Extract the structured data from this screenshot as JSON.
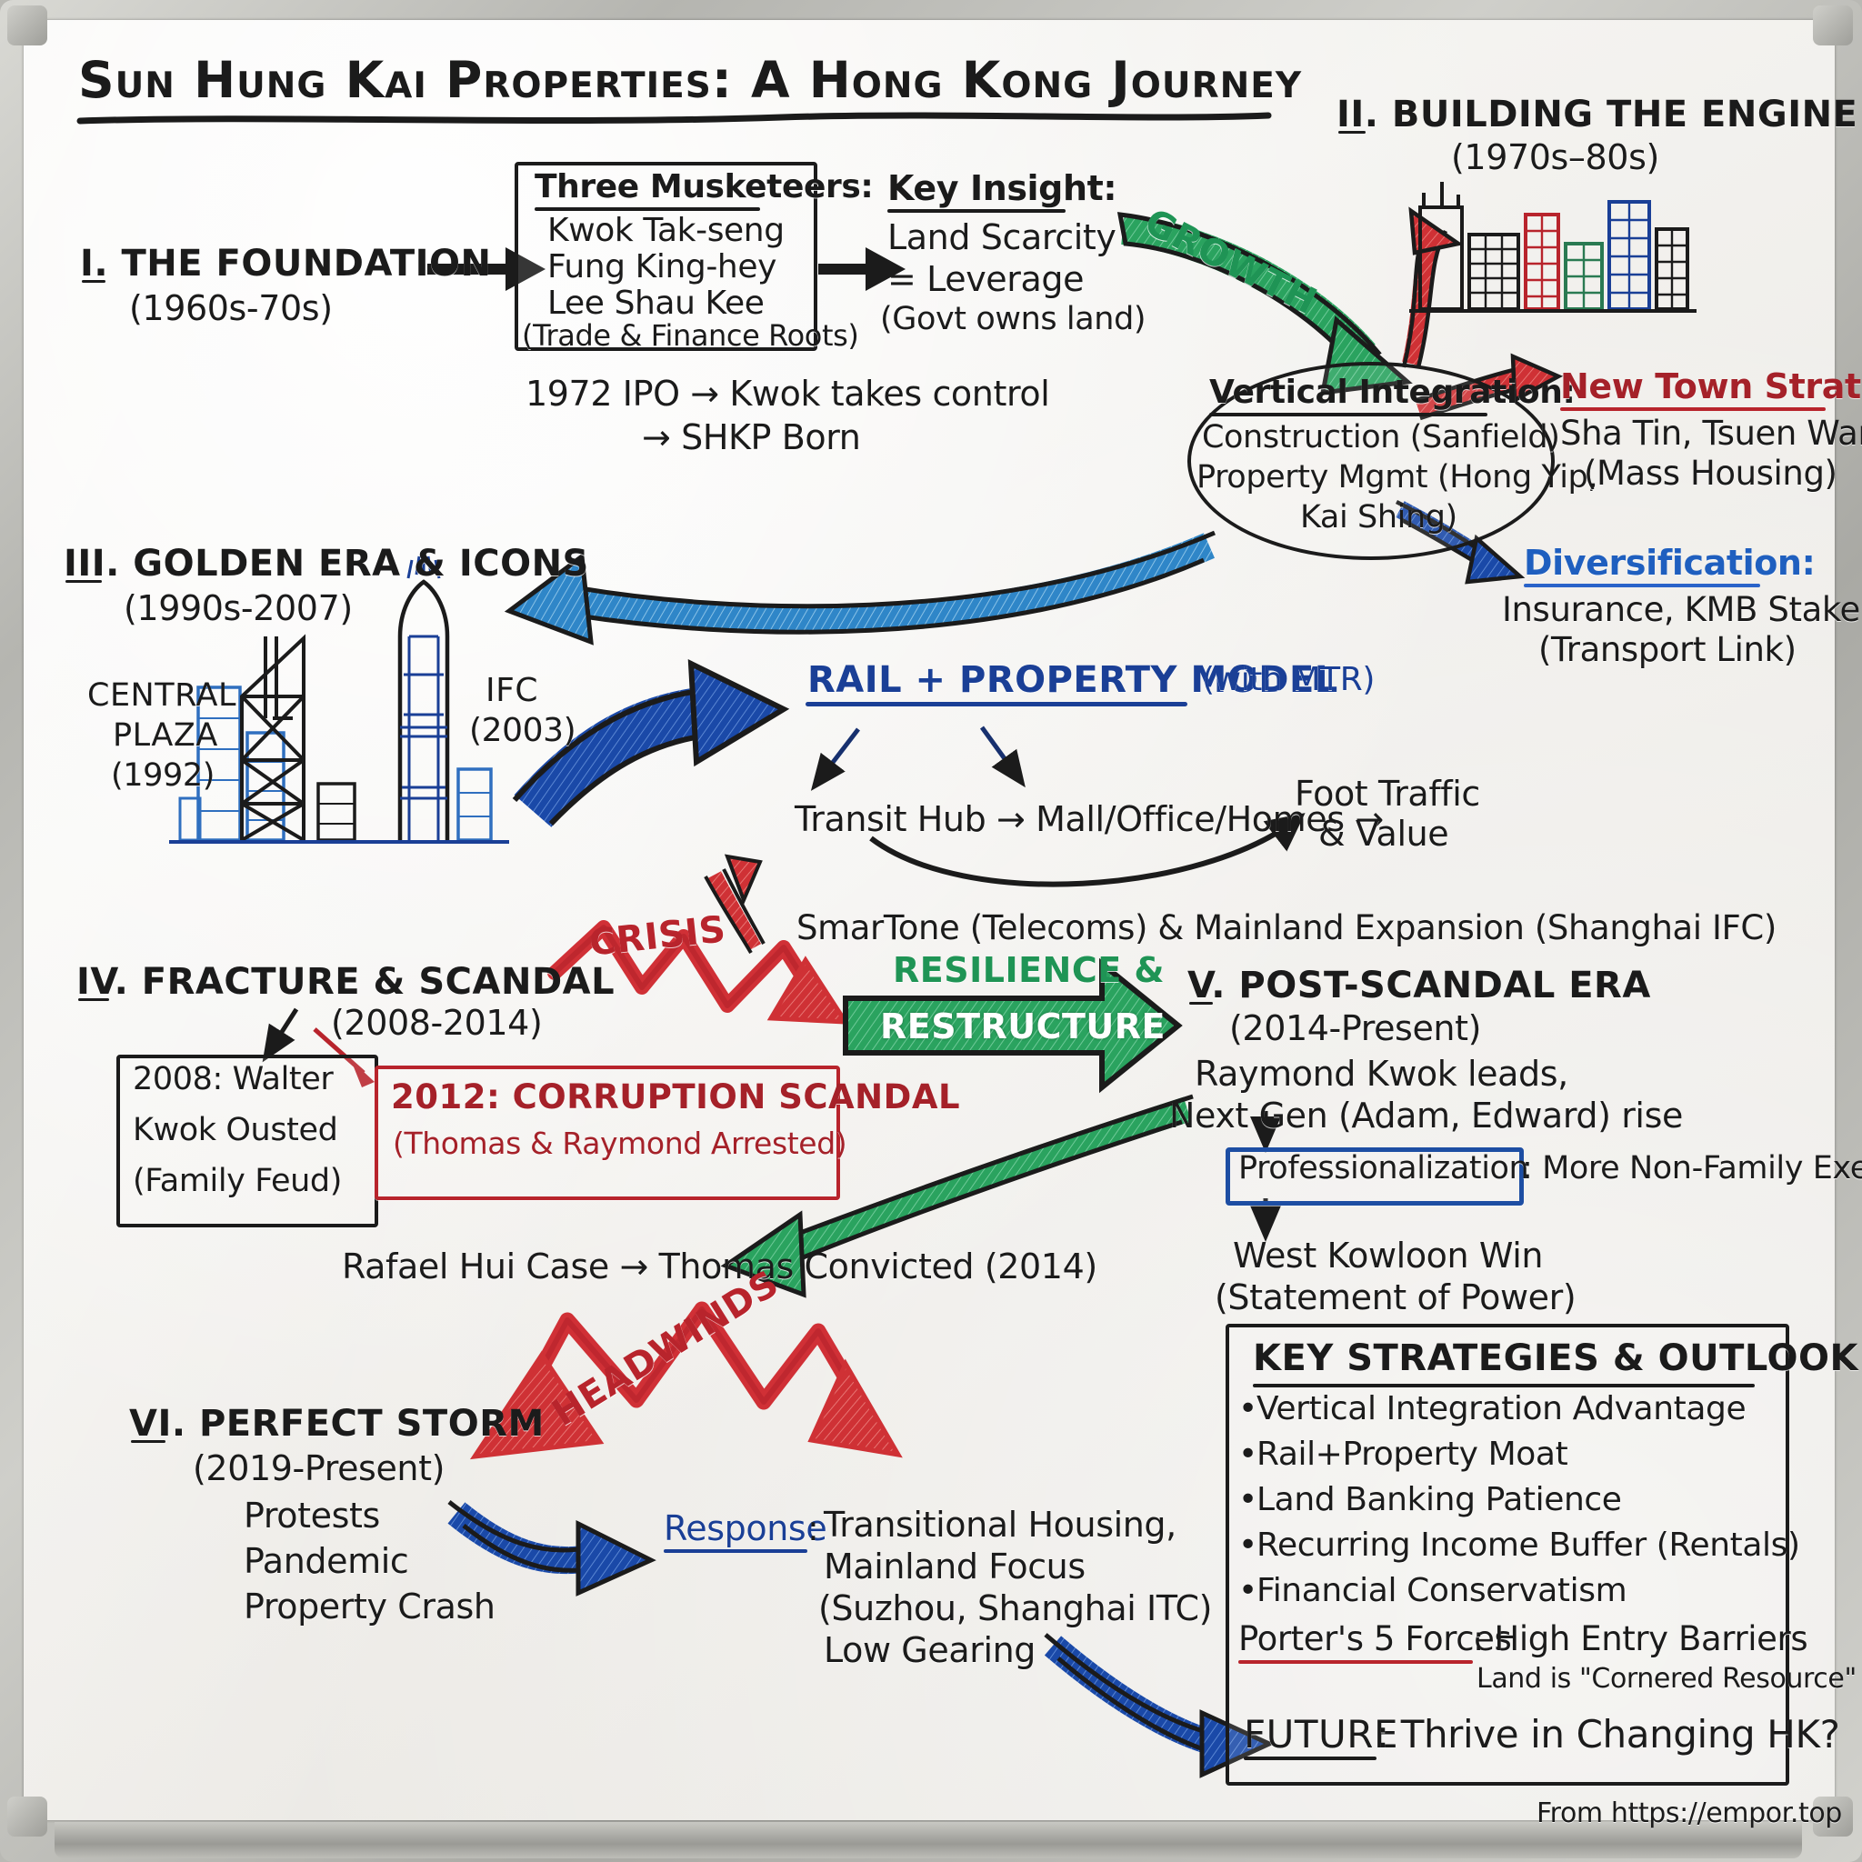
{
  "board": {
    "title": "Sun Hung Kai Properties: A Hong Kong Journey",
    "footer": "From https://empor.top"
  },
  "colors": {
    "ink": "#1b1b1b",
    "red": "#b8242c",
    "green": "#1f9455",
    "blue": "#1a3f96",
    "light_blue": "#2f86c8",
    "board": "#efedea"
  },
  "sections": {
    "s1": {
      "heading": "I. THE FOUNDATION",
      "years": "(1960s-70s)"
    },
    "s2": {
      "heading": "II. BUILDING THE ENGINE",
      "years": "(1970s–80s)"
    },
    "s3": {
      "heading": "III. GOLDEN ERA & ICONS",
      "years": "(1990s-2007)"
    },
    "s4": {
      "heading": "IV. FRACTURE & SCANDAL",
      "years": "(2008-2014)"
    },
    "s5": {
      "heading": "V. POST-SCANDAL ERA",
      "years": "(2014-Present)"
    },
    "s6": {
      "heading": "VI. PERFECT STORM",
      "years": "(2019-Present)"
    }
  },
  "founders_box": {
    "title": "Three Musketeers:",
    "line1": "Kwok Tak-seng",
    "line2": "Fung King-hey",
    "line3": "Lee Shau Kee",
    "line4": "(Trade & Finance Roots)"
  },
  "key_insight": {
    "title": "Key Insight:",
    "line1": "Land Scarcity",
    "line2": "= Leverage",
    "line3": "(Govt owns land)"
  },
  "ipo_note": {
    "line1": "1972 IPO → Kwok takes control",
    "line2": "→ SHKP Born"
  },
  "vertical_integration": {
    "title": "Vertical Integration:",
    "line1": "Construction (Sanfield)",
    "line2": "Property Mgmt (Hong Yip,",
    "line3": "Kai Shing)"
  },
  "new_town": {
    "title": "New Town Strategy:",
    "line1": "Sha Tin, Tsuen Wan",
    "line2": "(Mass Housing)"
  },
  "diversification": {
    "title": "Diversification:",
    "line1": "Insurance, KMB Stake",
    "line2": "(Transport Link)"
  },
  "icons": {
    "central_plaza": "CENTRAL\nPLAZA\n(1992)",
    "central_plaza_l1": "CENTRAL",
    "central_plaza_l2": "PLAZA",
    "central_plaza_l3": "(1992)",
    "ifc_l1": "IFC",
    "ifc_l2": "(2003)"
  },
  "rail_model": {
    "title": "RAIL + PROPERTY MODEL",
    "subtitle": "(with MTR)",
    "chain_a": "Transit Hub → Mall/Office/Homes →",
    "chain_b1": "Foot Traffic",
    "chain_b2": "& Value",
    "note": "SmarTone (Telecoms) & Mainland Expansion (Shanghai IFC)"
  },
  "scandal": {
    "walter_l1": "2008: Walter",
    "walter_l2": "Kwok Ousted",
    "walter_l3": "(Family Feud)",
    "corruption_l1": "2012: CORRUPTION SCANDAL",
    "corruption_l2": "(Thomas & Raymond Arrested)",
    "hui_case": "Rafael Hui Case → Thomas Convicted (2014)"
  },
  "post_scandal": {
    "line1": "Raymond Kwok leads,",
    "line2": "Next Gen (Adam, Edward) rise",
    "prof_box": "Professionalization",
    "prof_tail": ": More Non-Family Execs",
    "wk_l1": "West Kowloon Win",
    "wk_l2": "(Statement of Power)"
  },
  "storm": {
    "item1": "Protests",
    "item2": "Pandemic",
    "item3": "Property Crash",
    "response_label": "Response",
    "response_colon": ":",
    "r1": "Transitional Housing,",
    "r2": "Mainland Focus",
    "r3": "(Suzhou, Shanghai ITC)",
    "r4": "Low Gearing"
  },
  "outlook_box": {
    "title": "KEY STRATEGIES & OUTLOOK",
    "bullets": [
      "Vertical Integration Advantage",
      "Rail+Property Moat",
      "Land Banking Patience",
      "Recurring Income Buffer (Rentals)",
      "Financial Conservatism"
    ],
    "porter_label": "Porter's 5 Forces",
    "porter_text": ": High Entry Barriers",
    "porter_sub": "Land is \"Cornered Resource\"",
    "future_label": "FUTURE",
    "future_text": ": Thrive in Changing HK?"
  },
  "arrow_labels": {
    "growth": "GROWTH",
    "crisis": "CRISIS",
    "resilience_l1": "RESILIENCE &",
    "resilience_l2": "RESTRUCTURE",
    "headwinds": "HEADWINDS"
  }
}
